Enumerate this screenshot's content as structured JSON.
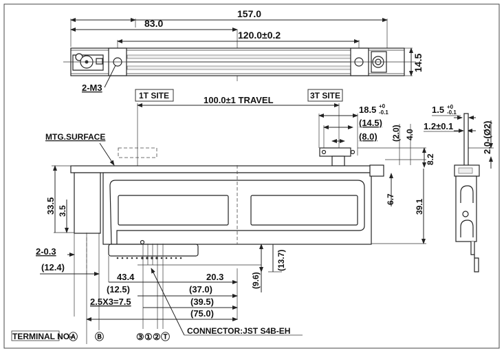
{
  "drawing": {
    "title": "Slide potentiometer dimensional drawing",
    "top_view": {
      "overall_length": "157.0",
      "offset_length": "83.0",
      "mount_hole_pitch": "120.0±0.2",
      "height": "14.5",
      "mount_holes": "2-M3"
    },
    "front_view": {
      "site_1": "1T SITE",
      "site_3": "3T SITE",
      "travel": "100.0±1 TRAVEL",
      "mounting_surface": "MTG.SURFACE",
      "lever_width": "18.5",
      "lever_width_tol_upper": "+0",
      "lever_width_tol_lower": "-0.1",
      "lever_hole_pitch": "(14.5)",
      "lever_inner": "(8.0)",
      "dim_2_0": "(2.0)",
      "dim_4_0": "4.0",
      "dim_8_2": "8.2",
      "dim_33_5": "33.5",
      "dim_3_5": "3.5",
      "dim_6_7": "6.7",
      "dim_39_1": "39.1",
      "dim_2_0_3": "2-0.3",
      "dim_12_4": "(12.4)",
      "dim_43_4": "43.4",
      "dim_12_5": "(12.5)",
      "dim_20_3": "20.3",
      "dim_37_0": "(37.0)",
      "dim_39_5": "(39.5)",
      "dim_75_0": "(75.0)",
      "pitch_label": "2.5X3=7.5",
      "dim_9_6": "(9.6)",
      "dim_13_7": "(13.7)",
      "connector": "CONNECTOR:JST S4B-EH"
    },
    "side_view": {
      "lever_thickness": "1.5",
      "lever_thickness_tol_upper": "+0",
      "lever_thickness_tol_lower": "-0.1",
      "lever_slot": "1.2±0.1",
      "lever_hole": "2.0-(Ø2)"
    },
    "terminals": {
      "label": "TERMINAL NO-",
      "items": [
        "Ⓐ",
        "Ⓑ",
        "③",
        "①",
        "②",
        "Ⓣ"
      ]
    }
  }
}
